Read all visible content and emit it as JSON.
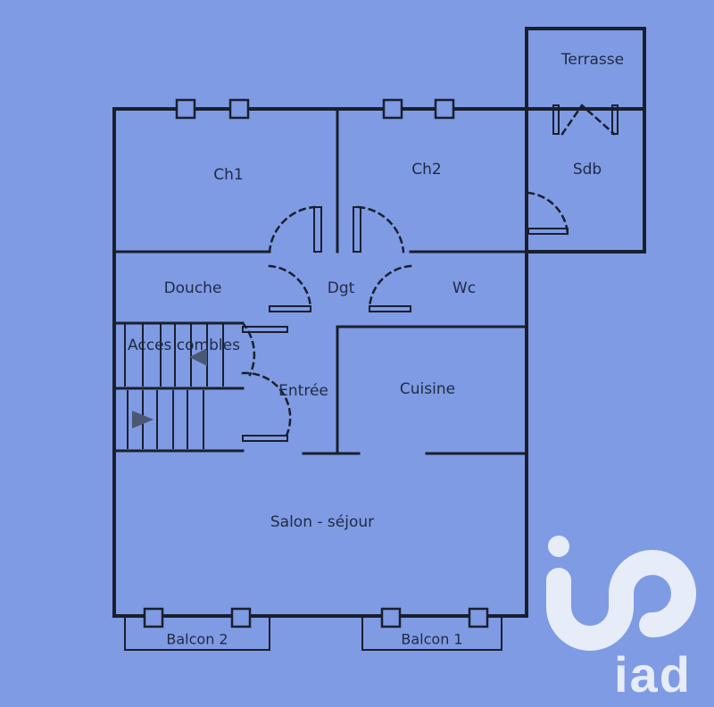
{
  "rooms": {
    "ch1": "Ch1",
    "ch2": "Ch2",
    "terrasse": "Terrasse",
    "sdb": "Sdb",
    "douche": "Douche",
    "dgt": "Dgt",
    "wc": "Wc",
    "acces_combles": "Acces combles",
    "entree": "Entrée",
    "cuisine": "Cuisine",
    "salon": "Salon - séjour",
    "balcon2": "Balcon 2",
    "balcon1": "Balcon 1"
  },
  "logo": {
    "brand": "iad"
  },
  "colors": {
    "background": "#7f9be3",
    "walls": "#1a1f2e",
    "logo": "#e6ecf8"
  }
}
